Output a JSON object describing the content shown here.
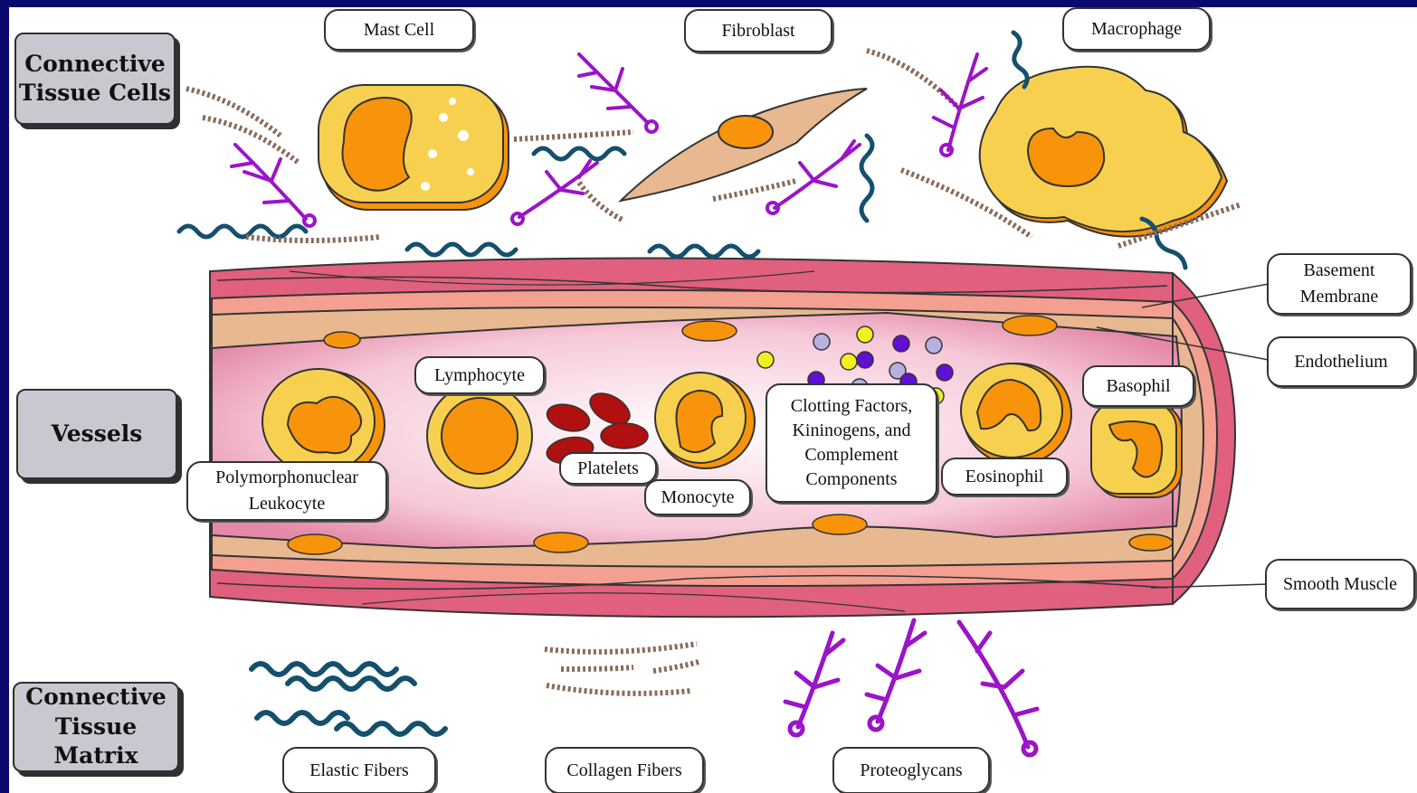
{
  "categories": {
    "connective_tissue_cells": "Connective\nTissue Cells",
    "vessels": "Vessels",
    "connective_tissue_matrix": "Connective\nTissue Matrix"
  },
  "cell_labels": {
    "mast_cell": "Mast Cell",
    "fibroblast": "Fibroblast",
    "macrophage": "Macrophage"
  },
  "vessel_labels": {
    "basement_membrane": "Basement\nMembrane",
    "endothelium": "Endothelium",
    "smooth_muscle": "Smooth Muscle",
    "lymphocyte": "Lymphocyte",
    "platelets": "Platelets",
    "monocyte": "Monocyte",
    "clotting_factors": "Clotting Factors,\nKininogens, and\nComplement\nComponents",
    "eosinophil": "Eosinophil",
    "basophil": "Basophil",
    "pmn": "Polymorphonuclear\nLeukocyte"
  },
  "matrix_labels": {
    "elastic_fibers": "Elastic Fibers",
    "collagen_fibers": "Collagen Fibers",
    "proteoglycans": "Proteoglycans"
  },
  "colors": {
    "background": "#0a0a6e",
    "muscle": "#e0607e",
    "basement": "#f4a090",
    "endothelium": "#e8b890",
    "lumen": "#f6c8d8",
    "cell_body": "#f8d050",
    "nucleus": "#f7940c",
    "platelet": "#b01010",
    "proteoglycan": "#9a14c8",
    "elastic": "#14506e",
    "collagen": "#8a6a5a"
  }
}
